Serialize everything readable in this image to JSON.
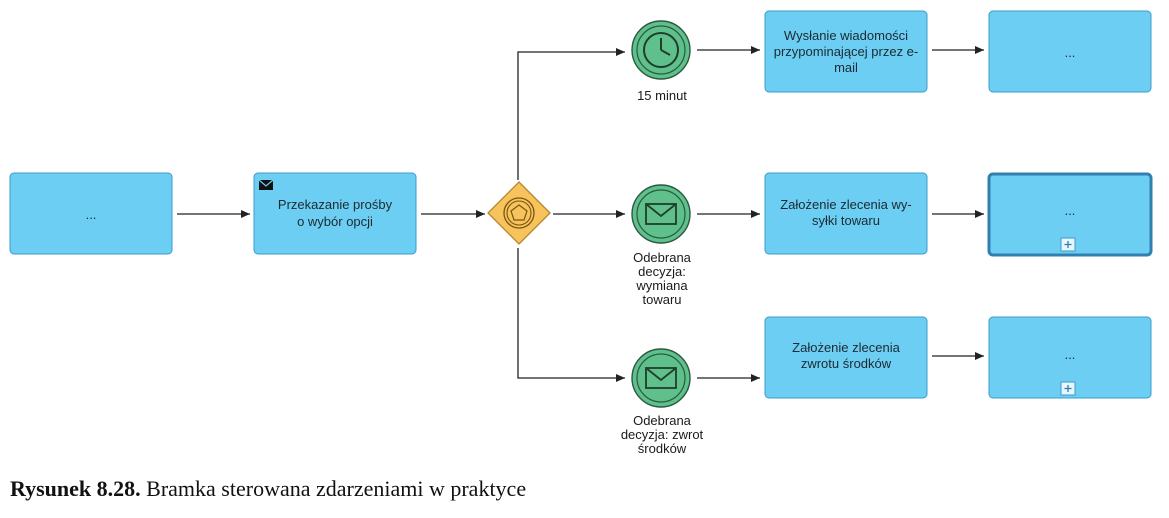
{
  "tasks": {
    "start": "...",
    "send_request": [
      "Przekazanie prośby",
      "o wybór opcji"
    ],
    "reminder": [
      "Wysłanie wiadomości",
      "przypominającej przez e-",
      "mail"
    ],
    "reminder_next": "...",
    "exchange": [
      "Założenie zlecenia wy-",
      "syłki towaru"
    ],
    "exchange_next": "...",
    "refund": [
      "Założenie zlecenia",
      "zwrotu środków"
    ],
    "refund_next": "..."
  },
  "events": {
    "timer": [
      "15 minut"
    ],
    "exchange_msg": [
      "Odebrana",
      "decyzja:",
      "wymiana",
      "towaru"
    ],
    "refund_msg": [
      "Odebrana",
      "decyzja: zwrot",
      "środków"
    ]
  },
  "caption": {
    "number": "Rysunek 8.28.",
    "text": " Bramka sterowana zdarzeniami w praktyce"
  },
  "colors": {
    "task_fill": "#6ccef2",
    "event_fill": "#5fc08b",
    "gateway_fill": "#f7c35c"
  },
  "icons": {
    "send_request": "envelope-filled-icon",
    "gateway": "pentagon-icon",
    "timer": "clock-icon",
    "message": "envelope-icon",
    "subprocess": "plus-icon"
  }
}
